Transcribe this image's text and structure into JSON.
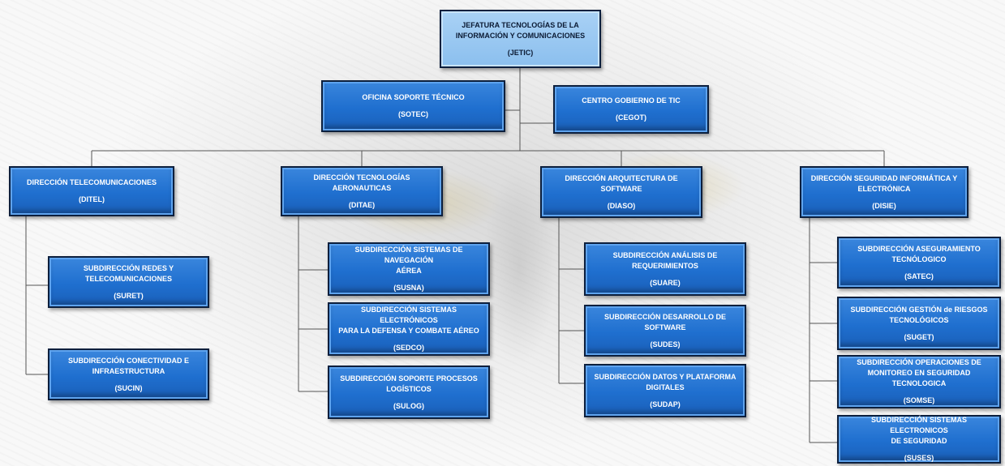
{
  "org": {
    "root": {
      "title": "JEFATURA TECNOLOGÍAS DE LA\nINFORMACIÓN Y COMUNICACIONES",
      "code": "(JETIC)"
    },
    "staff": [
      {
        "title": "OFICINA SOPORTE TÉCNICO",
        "code": "(SOTEC)"
      },
      {
        "title": "CENTRO GOBIERNO  DE TIC",
        "code": "(CEGOT)"
      }
    ],
    "directions": [
      {
        "title": "DIRECCIÓN TELECOMUNICACIONES",
        "code": "(DITEL)",
        "subs": [
          {
            "title": "SUBDIRECCIÓN REDES Y\nTELECOMUNICACIONES",
            "code": "(SURET)"
          },
          {
            "title": "SUBDIRECCIÓN CONECTIVIDAD E\nINFRAESTRUCTURA",
            "code": "(SUCIN)"
          }
        ]
      },
      {
        "title": "DIRECCIÓN TECNOLOGÍAS AERONAUTICAS",
        "code": "(DITAE)",
        "subs": [
          {
            "title": "SUBDIRECCIÓN SISTEMAS DE NAVEGACIÓN\nAÉREA",
            "code": "(SUSNA)"
          },
          {
            "title": "SUBDIRECCIÓN SISTEMAS ELECTRÓNICOS\nPARA LA DEFENSA Y COMBATE AÉREO",
            "code": "(SEDCO)"
          },
          {
            "title": "SUBDIRECCIÓN SOPORTE PROCESOS\nLOGÍSTICOS",
            "code": "(SULOG)"
          }
        ]
      },
      {
        "title": "DIRECCIÓN ARQUITECTURA DE SOFTWARE",
        "code": "(DIASO)",
        "subs": [
          {
            "title": "SUBDIRECCIÓN ANÁLISIS DE\nREQUERIMIENTOS",
            "code": "(SUARE)"
          },
          {
            "title": "SUBDIRECCIÓN DESARROLLO DE SOFTWARE",
            "code": "(SUDES)"
          },
          {
            "title": "SUBDIRECCIÓN  DATOS Y PLATAFORMA\nDIGITALES",
            "code": "(SUDAP)"
          }
        ]
      },
      {
        "title": "DIRECCIÓN SEGURIDAD INFORMÁTICA  Y\nELECTRÓNICA",
        "code": "(DISIE)",
        "subs": [
          {
            "title": "SUBDIRECCIÓN ASEGURAMIENTO\nTECNÓLOGICO",
            "code": "(SATEC)"
          },
          {
            "title": "SUBDIRECCIÓN GESTIÓN de RIESGOS\nTECNOLÓGICOS",
            "code": "(SUGET)"
          },
          {
            "title": "SUBDIRECCIÓN OPERACIONES DE\nMONITOREO EN SEGURIDAD TECNOLOGICA",
            "code": "(SOMSE)"
          },
          {
            "title": "SUBDIRECCIÓN SISTEMAS ELECTRONICOS\nDE SEGURIDAD",
            "code": "(SUSES)"
          }
        ]
      }
    ]
  }
}
